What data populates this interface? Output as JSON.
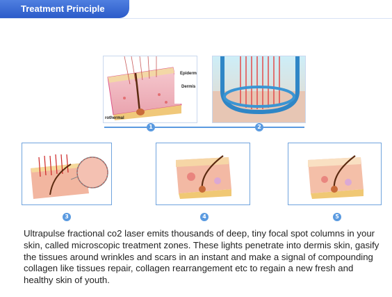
{
  "header": {
    "title": "Treatment Principle"
  },
  "diagram1": {
    "labels": [
      "Epiderm",
      "Dermis",
      "rothermal"
    ],
    "number": "1"
  },
  "diagram2": {
    "number": "2"
  },
  "diagram3": {
    "number": "3"
  },
  "diagram4": {
    "number": "4"
  },
  "diagram5": {
    "number": "5"
  },
  "description": "Ultrapulse fractional co2 laser emits thousands of deep, tiny focal spot columns in your skin, called microscopic treatment zones. These lights penetrate into dermis skin, gasify the tissues around wrinkles and scars in an instant and make a signal of compounding collagen like tissues repair, collagen rearrangement etc to regain a new fresh and healthy skin of youth."
}
